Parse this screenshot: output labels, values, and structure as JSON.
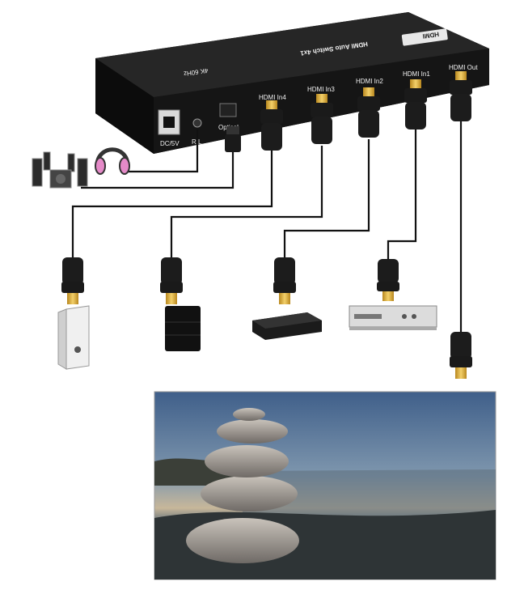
{
  "device": {
    "brand": "HDMI",
    "title": "HDMI Auto Switch 4x1",
    "spec": "4K 60Hz",
    "ports": {
      "power": "DC/5V",
      "audio": "R/L",
      "optical": "Optical",
      "in4": "HDMI In4",
      "in3": "HDMI In3",
      "in2": "HDMI In2",
      "in1": "HDMI In1",
      "out": "HDMI Out"
    }
  },
  "colors": {
    "cable": "#111111",
    "plug_gold": "#e3b43a",
    "device_body": "#1c1c1c",
    "headphone_pink": "#e58ac8"
  },
  "icons": [
    "speaker-system-icon",
    "headphones-icon",
    "pc-tower-icon",
    "game-console-icon",
    "set-top-box-icon",
    "dvd-player-icon",
    "display-icon"
  ]
}
